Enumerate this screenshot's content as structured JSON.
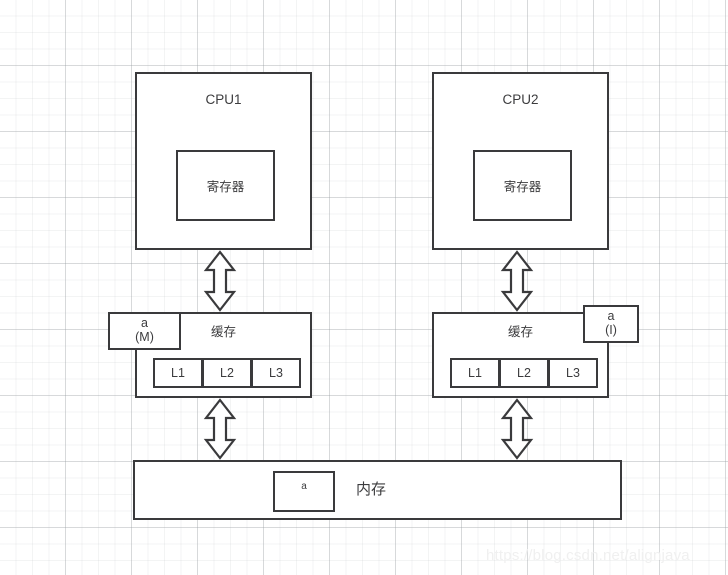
{
  "diagram": {
    "title": "CPU cache coherence diagram",
    "background": "#ffffff",
    "line_color": "#3a3a3c",
    "text_color": "#3c3c3e"
  },
  "cpus": [
    {
      "name": "cpu1",
      "label": "CPU1",
      "register_label": "寄存器"
    },
    {
      "name": "cpu2",
      "label": "CPU2",
      "register_label": "寄存器"
    }
  ],
  "caches": [
    {
      "name": "cache1",
      "label": "缓存",
      "levels": [
        "L1",
        "L2",
        "L3"
      ],
      "variable": {
        "name": "a",
        "state": "(M)"
      }
    },
    {
      "name": "cache2",
      "label": "缓存",
      "levels": [
        "L1",
        "L2",
        "L3"
      ],
      "variable": {
        "name": "a",
        "state": "(I)"
      }
    }
  ],
  "memory": {
    "label": "内存",
    "variable": "a"
  },
  "arrows": [
    {
      "name": "cpu1-to-cache1",
      "style": "double-headed-vertical"
    },
    {
      "name": "cpu2-to-cache2",
      "style": "double-headed-vertical"
    },
    {
      "name": "cache1-to-memory",
      "style": "double-headed-vertical"
    },
    {
      "name": "cache2-to-memory",
      "style": "double-headed-vertical"
    }
  ],
  "watermark": {
    "text": "https://blog.csdn.net/alignjava"
  }
}
